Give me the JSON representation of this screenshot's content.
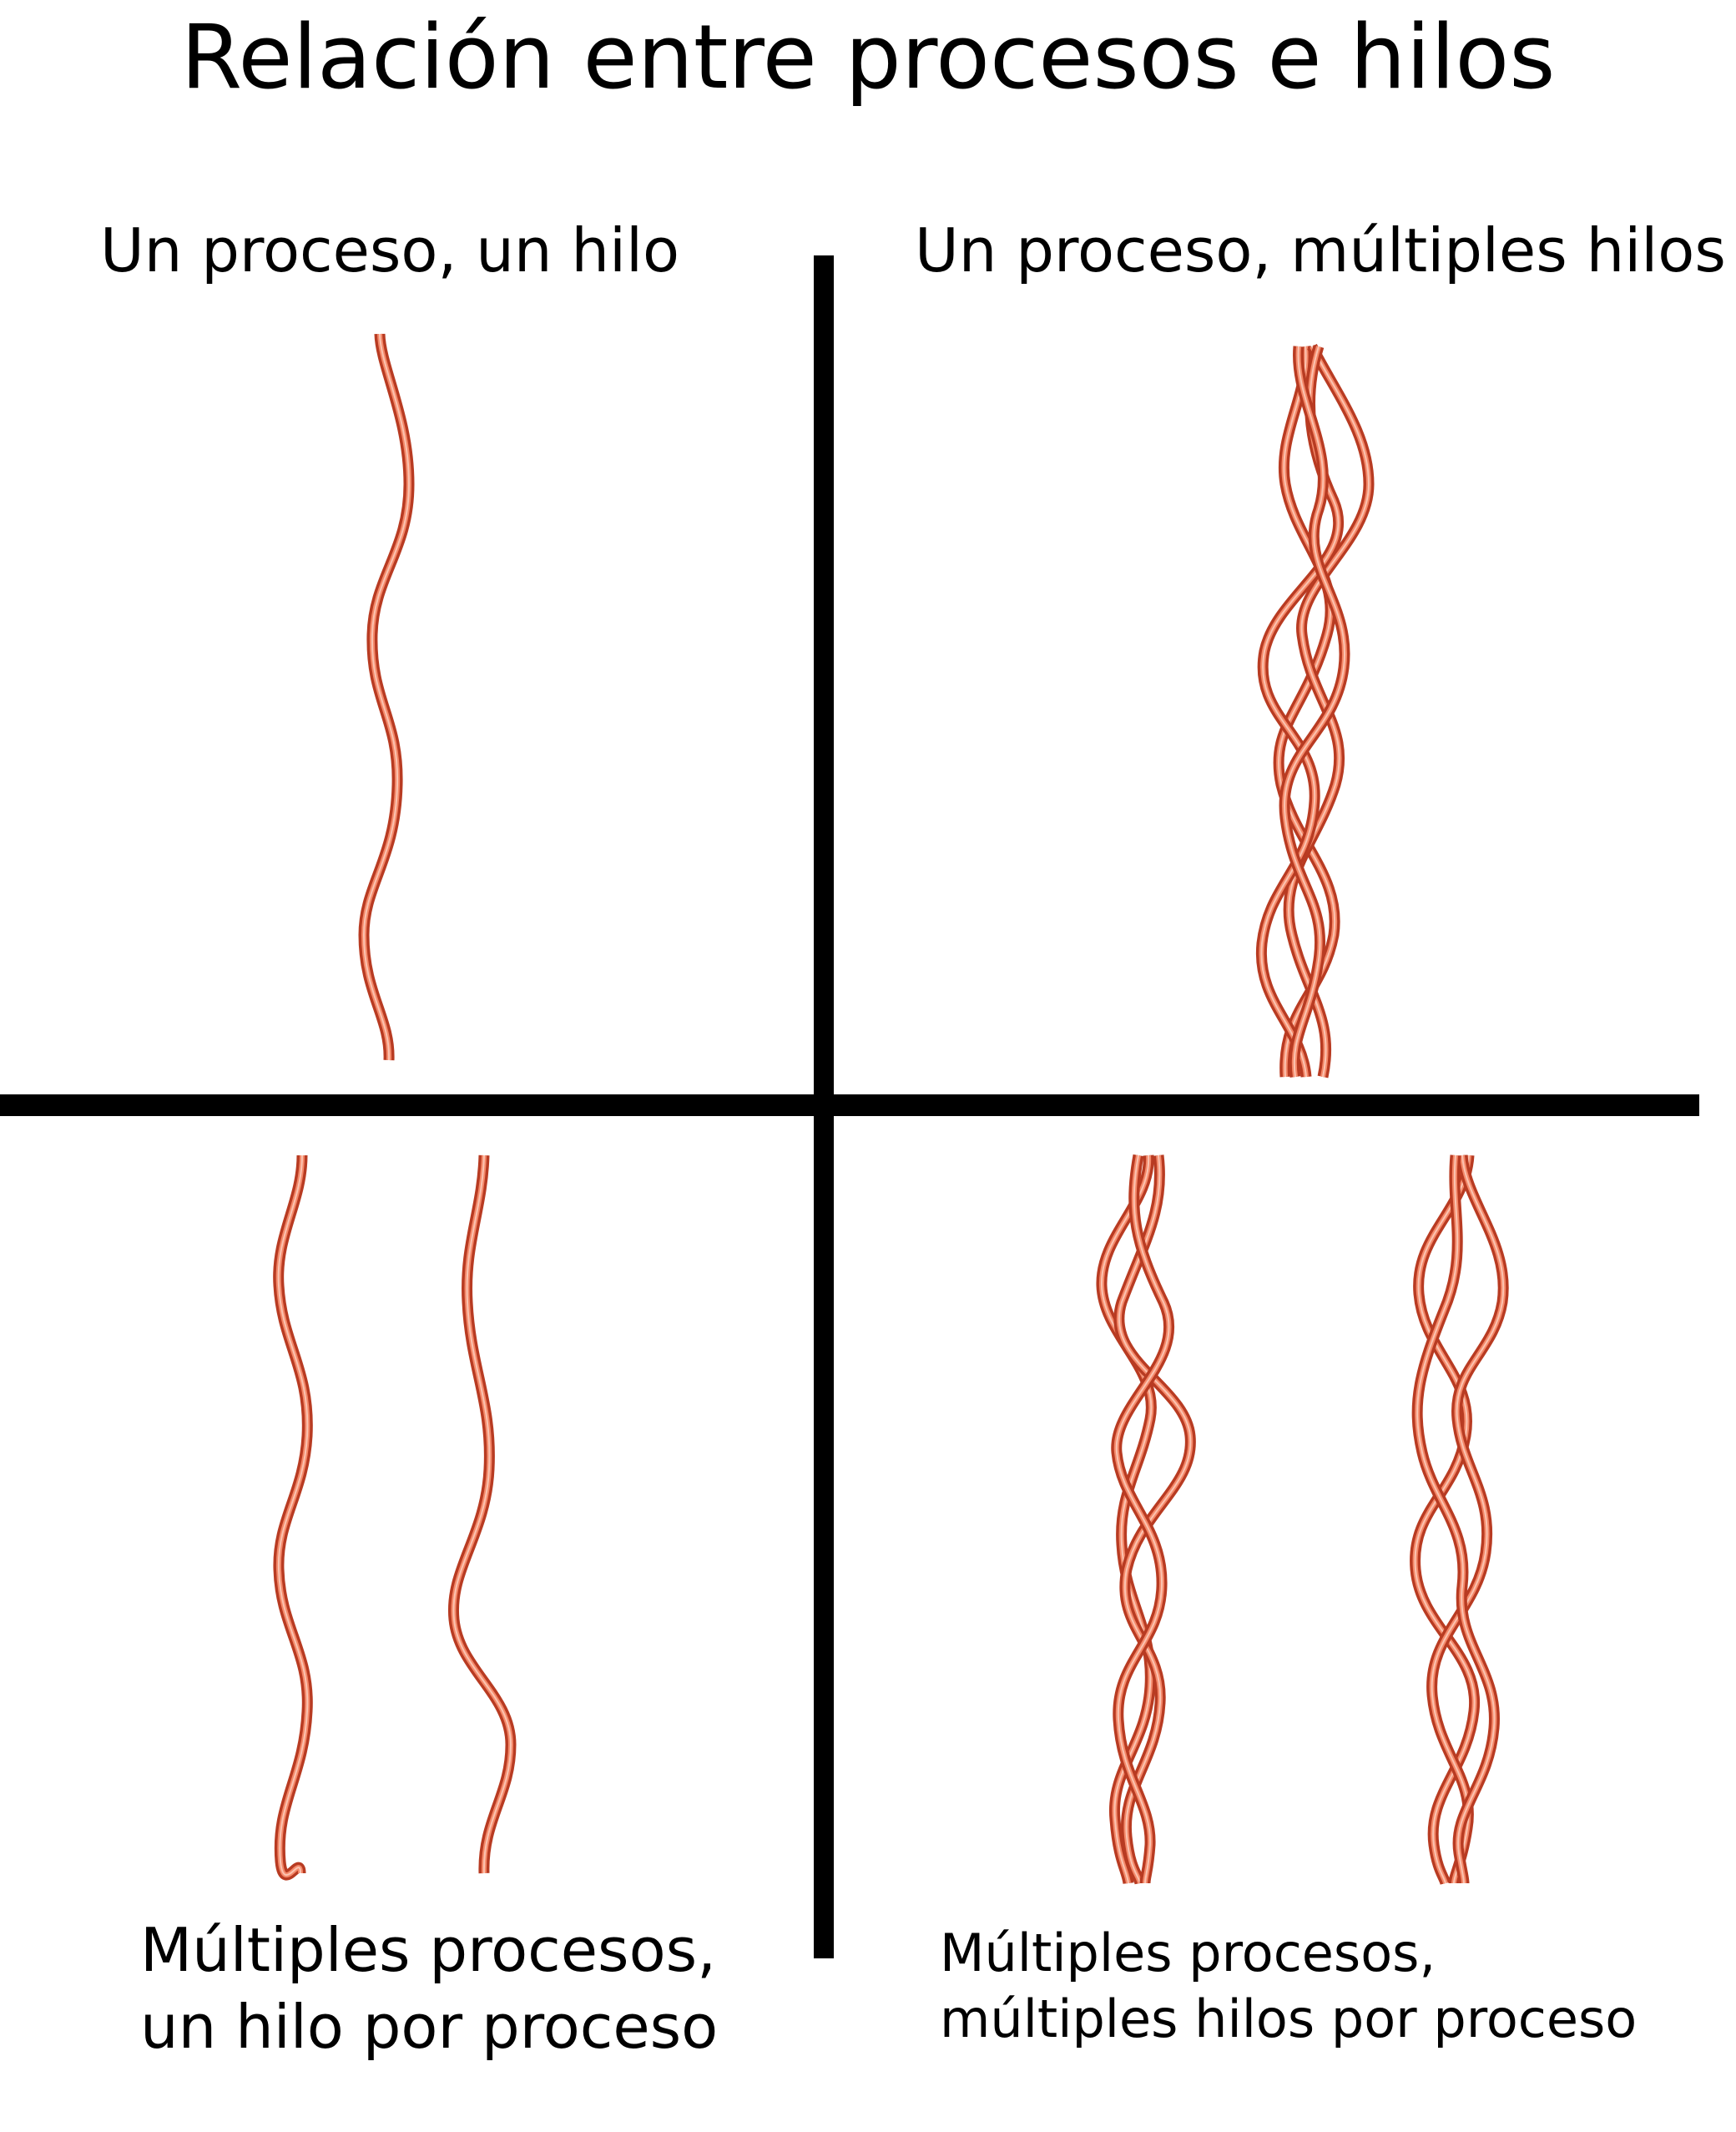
{
  "title": "Relación entre procesos e hilos",
  "quadrants": {
    "top_left": {
      "label": "Un proceso, un hilo"
    },
    "top_right": {
      "label": "Un proceso, múltiples hilos"
    },
    "bottom_left": {
      "label_line1": "Múltiples procesos,",
      "label_line2": "un hilo por proceso"
    },
    "bottom_right": {
      "label_line1": "Múltiples procesos,",
      "label_line2": "múltiples hilos por proceso"
    }
  },
  "colors": {
    "thread_outer": "#b83b22",
    "thread_inner": "#f4896a",
    "divider": "#000000"
  }
}
